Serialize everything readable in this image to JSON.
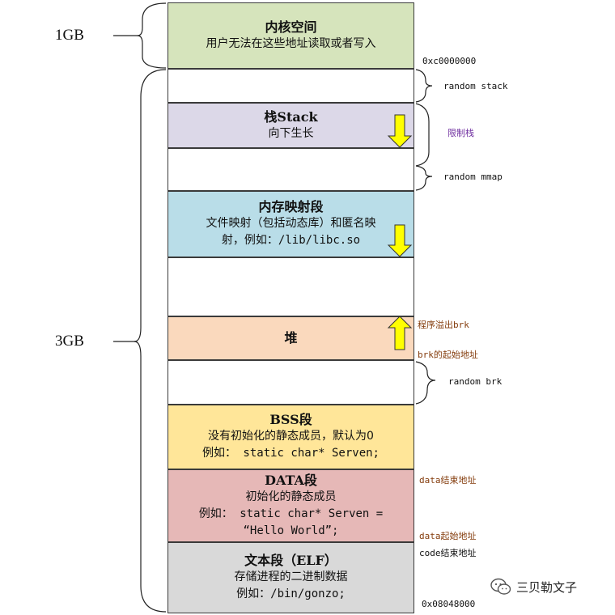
{
  "sizes": {
    "kernel": "1GB",
    "user": "3GB"
  },
  "segments": {
    "kernel": {
      "title": "内核空间",
      "desc": "用户无法在这些地址读取或者写入",
      "color": "#d6e4bc"
    },
    "stack": {
      "title": "栈Stack",
      "desc": "向下生长",
      "color": "#dcd8e8"
    },
    "mmap": {
      "title": "内存映射段",
      "desc1": "文件映射（包括动态库）和匿名映",
      "desc2": "射，例如：/lib/libc.so",
      "color": "#b9dde8"
    },
    "heap": {
      "title": "堆",
      "color": "#fad9bd"
    },
    "bss": {
      "title": "BSS段",
      "desc1": "没有初始化的静态成员，默认为0",
      "desc2": "例如： static char* Serven;",
      "color": "#ffe699"
    },
    "data": {
      "title": "DATA段",
      "desc1": "初始化的静态成员",
      "desc2": "例如： static char* Serven =",
      "desc3": "“Hello World”;",
      "color": "#e6b8b7"
    },
    "text": {
      "title": "文本段（ELF）",
      "desc1": "存储进程的二进制数据",
      "desc2": "例如：/bin/gonzo;",
      "color": "#d9d9d9"
    }
  },
  "labels": {
    "kernel_addr": "0xc0000000",
    "random_stack": "random stack",
    "stack_limit": "限制栈",
    "random_mmap": "random mmap",
    "brk_overflow": "程序溢出brk",
    "brk_start": "brk的起始地址",
    "random_brk": "random brk",
    "data_end": "data结束地址",
    "data_start": "data起始地址",
    "code_end": "code结束地址",
    "text_addr": "0x08048000"
  },
  "colors": {
    "arrow_fill": "#ffff00",
    "purple_text": "#7030a0",
    "brown_text": "#843c0c"
  },
  "watermark": {
    "icon": "wechat-icon",
    "text": "三贝勒文子"
  }
}
